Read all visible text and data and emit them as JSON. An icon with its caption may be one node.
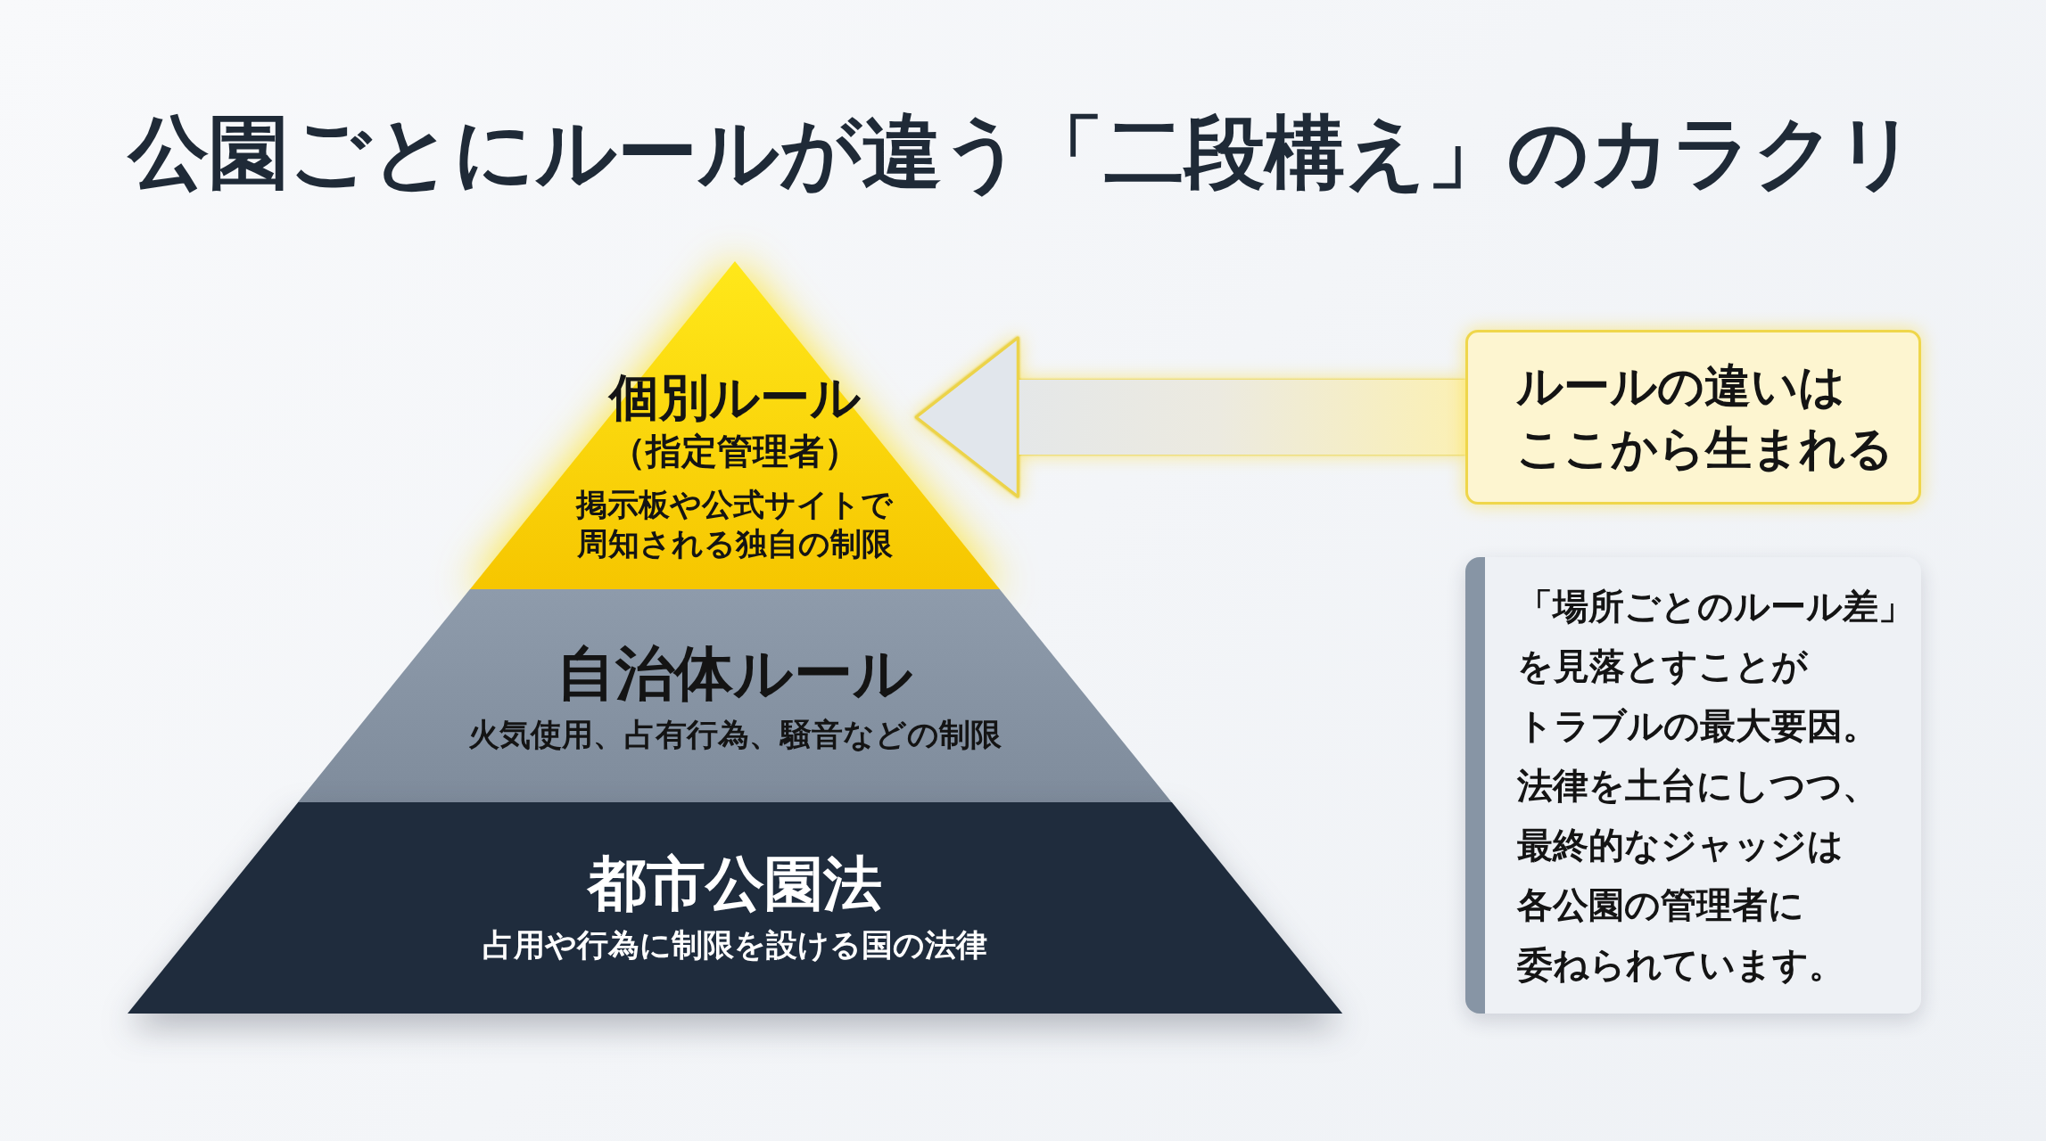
{
  "diagram": {
    "title": "公園ごとにルールが違う「二段構え」のカラクリ",
    "nodes": [
      {
        "text": [
          "個別ルール",
          "（指定管理者）",
          "掲示板や公式サイトで周知される独自の制限"
        ]
      },
      {
        "text": [
          "自治体ルール",
          "火気使用、占有行為、騒音などの制限"
        ]
      },
      {
        "text": [
          "都市公園法",
          "占用や行為に制限を設ける国の法律"
        ]
      },
      {
        "text": [
          "ルールの違いはここから生まれる"
        ]
      },
      {
        "text": [
          "「場所ごとのルール差」を見落とすことがトラブルの最大要因。法律を土台にしつつ、最終的なジャッジは各公園の管理者に委ねられています。"
        ]
      }
    ],
    "edges": [
      {
        "from": 3,
        "to": 0,
        "arrow": "to",
        "style": "thick"
      }
    ]
  }
}
